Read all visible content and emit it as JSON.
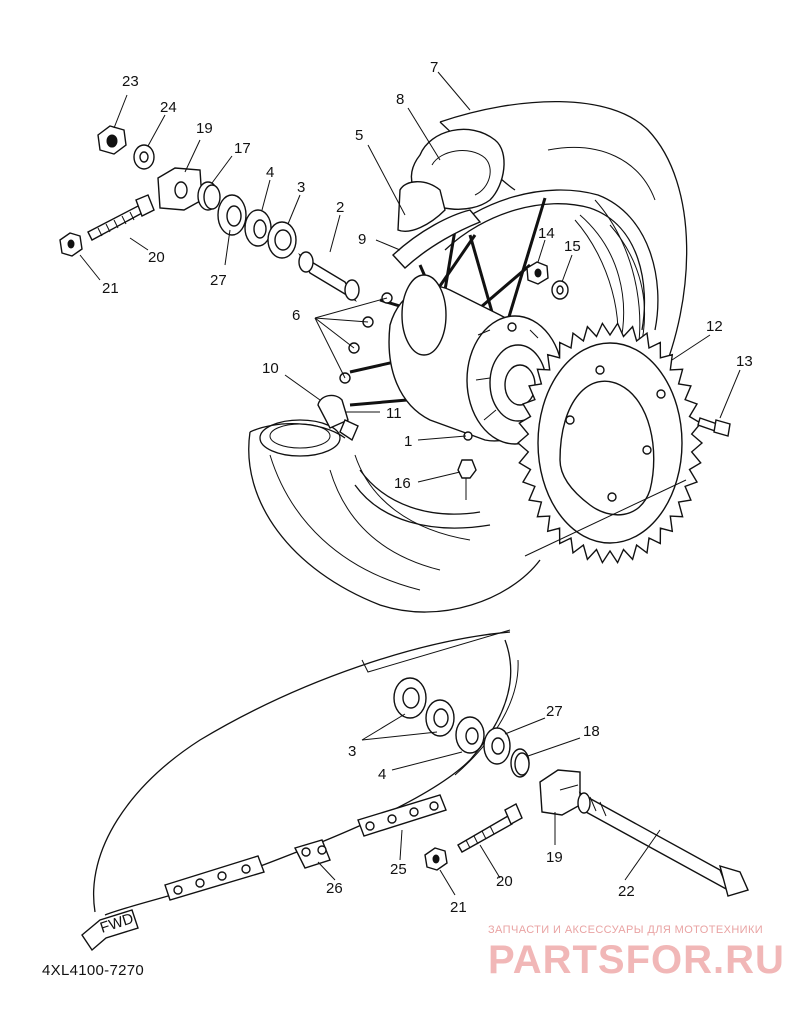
{
  "diagram": {
    "part_code": "4XL4100-7270",
    "fwd_label": "FWD",
    "watermark": {
      "tagline": "ЗАПЧАСТИ И АКСЕССУАРЫ ДЛЯ МОТОТЕХНИКИ",
      "brand": "PARTSFOR.RU"
    },
    "callouts": {
      "c1": "1",
      "c2": "2",
      "c3a": "3",
      "c3b": "3",
      "c4a": "4",
      "c4b": "4",
      "c5": "5",
      "c6": "6",
      "c7": "7",
      "c8": "8",
      "c9": "9",
      "c10": "10",
      "c11": "11",
      "c12": "12",
      "c13": "13",
      "c14": "14",
      "c15": "15",
      "c16": "16",
      "c17": "17",
      "c18": "18",
      "c19a": "19",
      "c19b": "19",
      "c20a": "20",
      "c20b": "20",
      "c21a": "21",
      "c21b": "21",
      "c22": "22",
      "c23": "23",
      "c24": "24",
      "c25": "25",
      "c26": "26",
      "c27a": "27",
      "c27b": "27"
    }
  }
}
